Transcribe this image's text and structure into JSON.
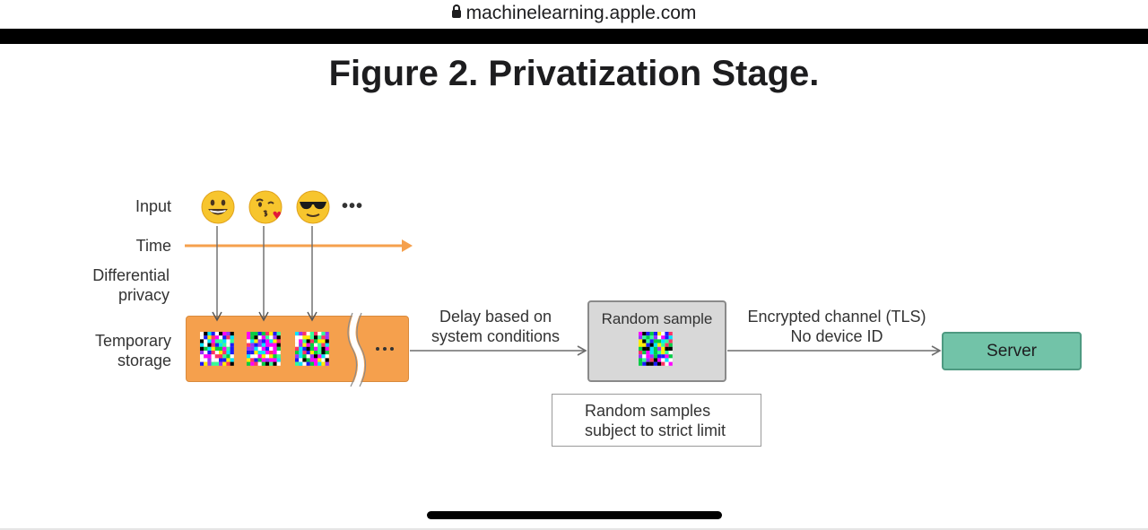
{
  "browser": {
    "url": "machinelearning.apple.com"
  },
  "figure": {
    "title": "Figure 2. Privatization Stage.",
    "row_labels": {
      "input": "Input",
      "time": "Time",
      "differential_privacy": [
        "Differential",
        "privacy"
      ],
      "temporary_storage": [
        "Temporary",
        "storage"
      ]
    },
    "inputs": [
      "grinning-face-emoji",
      "face-blowing-kiss-emoji",
      "smiling-face-with-sunglasses-emoji"
    ],
    "ellipsis": "•••",
    "delay_label": [
      "Delay based on",
      "system conditions"
    ],
    "random_sample_label": "Random sample",
    "channel_label": [
      "Encrypted channel (TLS)",
      "No device ID"
    ],
    "server_label": "Server",
    "note": [
      "Random samples",
      "subject to strict limit"
    ],
    "colors": {
      "storage": "#f5a04d",
      "time_arrow": "#f5a04d",
      "random_box": "#d8d8d8",
      "server": "#72c3a8"
    }
  }
}
